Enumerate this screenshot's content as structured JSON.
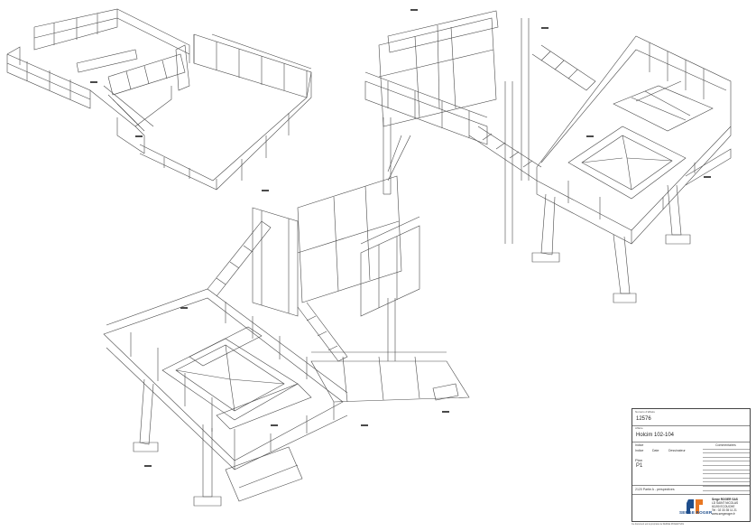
{
  "title_block": {
    "job_number_label": "Numéro d'affaire",
    "job_number": "12576",
    "client_label": "Affaire",
    "client": "Holcim 102-104",
    "row_label": "Indice",
    "row_values": [
      "Indice",
      "Date",
      "Dessinateur",
      "Commentaires"
    ],
    "sheet_label": "Plan",
    "sheet_code": "P1",
    "view_description": "2120 Partie A - perspectives",
    "company_name": "Serge ROGER SAS",
    "address_lines": [
      "LD SAINT NICOLAS",
      "61190 ECOUCHE",
      "Tel : 02 33 35 11 21",
      "www.sergeroger.fr"
    ],
    "brand_text": "SERGE ROGER",
    "note": "Ce document est la propriété de SERGE ROGER SAS"
  },
  "colors": {
    "line": "#4a4a4a",
    "brand_blue": "#1f4e8c",
    "brand_orange": "#e87722"
  },
  "icons": [
    "company-logo"
  ]
}
